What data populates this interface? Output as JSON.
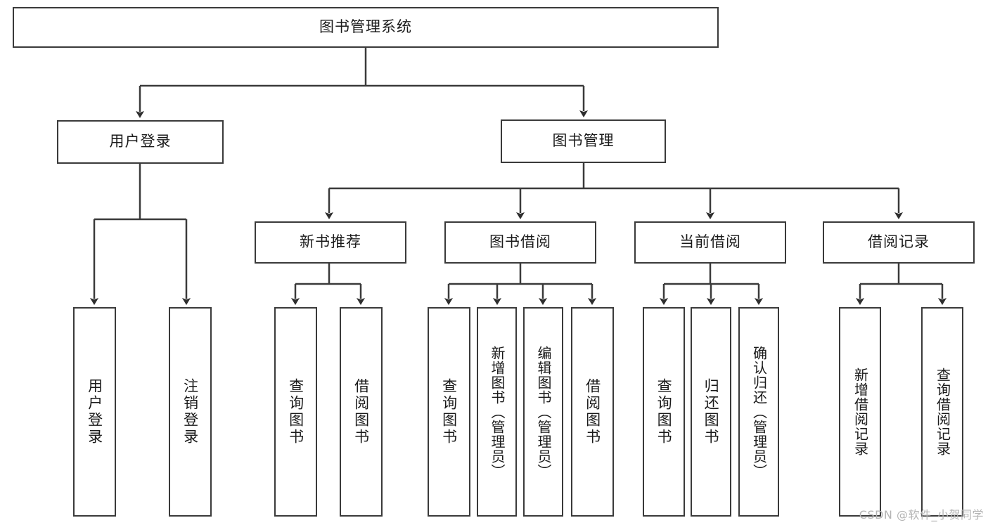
{
  "diagram": {
    "type": "hierarchy-tree",
    "title": "图书管理系统",
    "root": {
      "label": "图书管理系统"
    },
    "level2": [
      {
        "id": "user-login",
        "label": "用户登录"
      },
      {
        "id": "book-management",
        "label": "图书管理"
      }
    ],
    "level3": [
      {
        "id": "new-book-recommend",
        "label": "新书推荐",
        "parent": "book-management"
      },
      {
        "id": "book-borrow",
        "label": "图书借阅",
        "parent": "book-management"
      },
      {
        "id": "current-borrow",
        "label": "当前借阅",
        "parent": "book-management"
      },
      {
        "id": "borrow-record",
        "label": "借阅记录",
        "parent": "book-management"
      }
    ],
    "leaves": [
      {
        "id": "leaf-user-login",
        "label": "用户登录",
        "parent": "user-login"
      },
      {
        "id": "leaf-user-logout",
        "label": "注销登录",
        "parent": "user-login"
      },
      {
        "id": "leaf-query-book-1",
        "label": "查询图书",
        "parent": "new-book-recommend"
      },
      {
        "id": "leaf-borrow-book-1",
        "label": "借阅图书",
        "parent": "new-book-recommend"
      },
      {
        "id": "leaf-query-book-2",
        "label": "查询图书",
        "parent": "book-borrow"
      },
      {
        "id": "leaf-add-book",
        "label": "新增图书（管理员）",
        "parent": "book-borrow"
      },
      {
        "id": "leaf-edit-book",
        "label": "编辑图书（管理员）",
        "parent": "book-borrow"
      },
      {
        "id": "leaf-borrow-book-2",
        "label": "借阅图书",
        "parent": "book-borrow"
      },
      {
        "id": "leaf-query-book-3",
        "label": "查询图书",
        "parent": "current-borrow"
      },
      {
        "id": "leaf-return-book",
        "label": "归还图书",
        "parent": "current-borrow"
      },
      {
        "id": "leaf-confirm-return",
        "label": "确认归还（管理员）",
        "parent": "current-borrow"
      },
      {
        "id": "leaf-add-record",
        "label": "新增借阅记录",
        "parent": "borrow-record"
      },
      {
        "id": "leaf-query-record",
        "label": "查询借阅记录",
        "parent": "borrow-record"
      }
    ],
    "colors": {
      "stroke": "#3a3a3a",
      "fill": "#ffffff",
      "text": "#1a1a1a",
      "watermark": "#b4b4b4"
    }
  },
  "watermark": {
    "text": "CSDN @软件_小贺同学"
  }
}
